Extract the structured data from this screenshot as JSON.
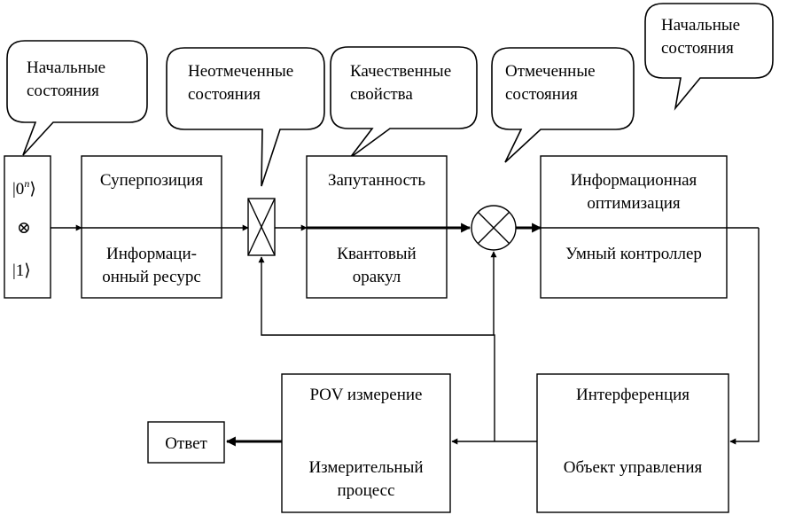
{
  "callouts": {
    "initial_left": [
      "Начальные",
      "состояния"
    ],
    "unmarked": [
      "Неотмеченные",
      "состояния"
    ],
    "qualitative": [
      "Качественные",
      "свойства"
    ],
    "marked": [
      "Отмеченные",
      "состояния"
    ],
    "initial_right": [
      "Начальные",
      "состояния"
    ]
  },
  "state_box": {
    "ket_zero": "|0",
    "ket_zero_sup": "n",
    "ket_zero_close": "⟩",
    "tensor": "⊗",
    "ket_one": "|1⟩"
  },
  "blocks": {
    "superposition": {
      "top": "Суперпозиция",
      "bottom": [
        "Информаци-",
        "онный ресурс"
      ]
    },
    "entanglement": {
      "top": "Запутанность",
      "bottom": [
        "Квантовый",
        "оракул"
      ]
    },
    "optimization": {
      "top": [
        "Информационная",
        "оптимизация"
      ],
      "bottom": "Умный контроллер"
    },
    "interference": {
      "top": "Интерференция",
      "bottom": "Объект управления"
    },
    "measurement": {
      "top": "POV измерение",
      "bottom": [
        "Измерительный",
        "процесс"
      ]
    },
    "answer": "Ответ"
  }
}
